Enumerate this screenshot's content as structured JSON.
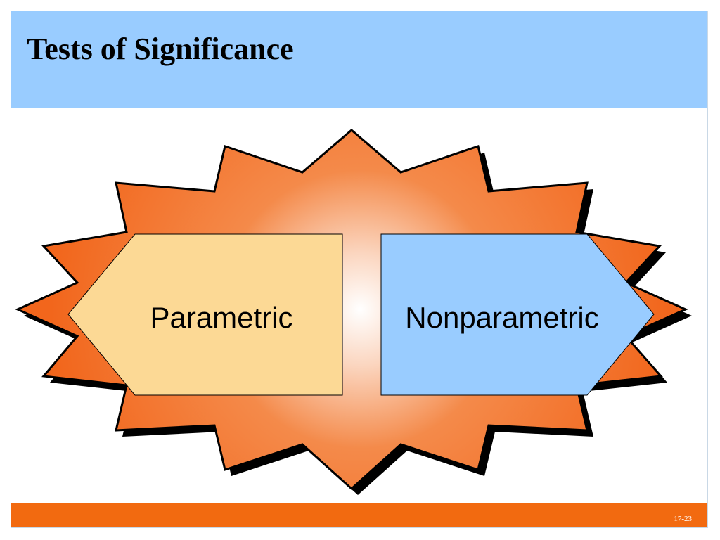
{
  "slide": {
    "title": "Tests of Significance",
    "page_number": "17-23"
  },
  "diagram": {
    "left_box_label": "Parametric",
    "right_box_label": "Nonparametric"
  },
  "colors": {
    "title_bar": "#99ccff",
    "footer_bar": "#f26a10",
    "starburst_edge": "#f2661c",
    "starburst_center": "#ffffff",
    "left_box_fill": "#fcd995",
    "right_box_fill": "#99ccff"
  }
}
